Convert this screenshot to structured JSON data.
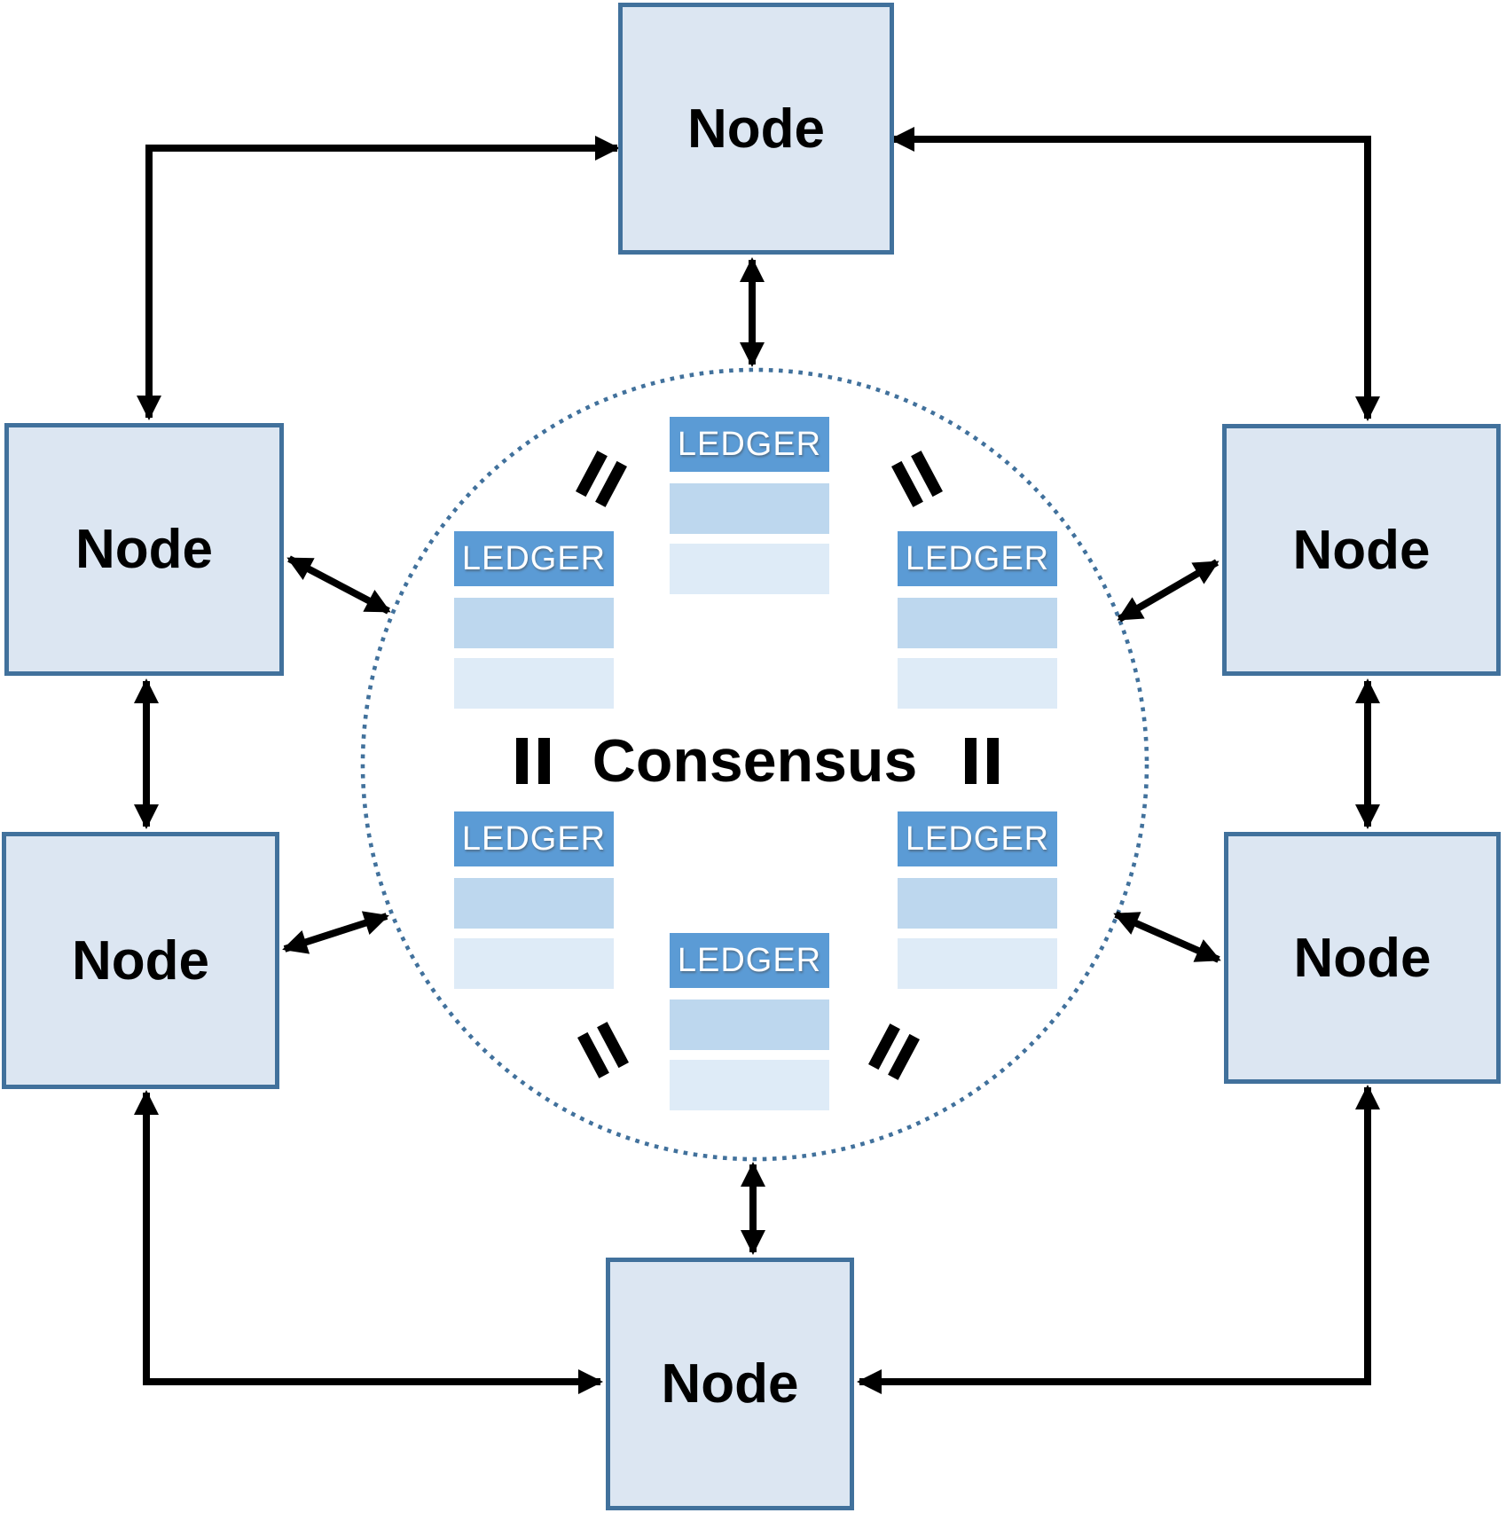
{
  "diagram": {
    "consensus_label": "Consensus",
    "nodes": [
      {
        "id": "top",
        "label": "Node"
      },
      {
        "id": "left-top",
        "label": "Node"
      },
      {
        "id": "right-top",
        "label": "Node"
      },
      {
        "id": "left-bottom",
        "label": "Node"
      },
      {
        "id": "right-bottom",
        "label": "Node"
      },
      {
        "id": "bottom",
        "label": "Node"
      }
    ],
    "ledgers": [
      {
        "id": "top-center",
        "label": "LEDGER"
      },
      {
        "id": "left-upper",
        "label": "LEDGER"
      },
      {
        "id": "right-upper",
        "label": "LEDGER"
      },
      {
        "id": "left-lower",
        "label": "LEDGER"
      },
      {
        "id": "right-lower",
        "label": "LEDGER"
      },
      {
        "id": "bottom-center",
        "label": "LEDGER"
      }
    ],
    "equals_marks": {
      "symbol": "=",
      "count": 6
    },
    "connections": [
      {
        "from": "node-top",
        "to": "node-left-top",
        "type": "elbow-double-arrow"
      },
      {
        "from": "node-top",
        "to": "node-right-top",
        "type": "elbow-double-arrow"
      },
      {
        "from": "node-left-top",
        "to": "node-left-bottom",
        "type": "double-arrow"
      },
      {
        "from": "node-right-top",
        "to": "node-right-bottom",
        "type": "double-arrow"
      },
      {
        "from": "node-bottom",
        "to": "node-left-bottom",
        "type": "elbow-double-arrow"
      },
      {
        "from": "node-bottom",
        "to": "node-right-bottom",
        "type": "elbow-double-arrow"
      },
      {
        "from": "node-top",
        "to": "consensus-circle",
        "type": "double-arrow"
      },
      {
        "from": "node-bottom",
        "to": "consensus-circle",
        "type": "double-arrow"
      },
      {
        "from": "node-left-top",
        "to": "consensus-circle",
        "type": "double-arrow"
      },
      {
        "from": "node-left-bottom",
        "to": "consensus-circle",
        "type": "double-arrow"
      },
      {
        "from": "node-right-top",
        "to": "consensus-circle",
        "type": "double-arrow"
      },
      {
        "from": "node-right-bottom",
        "to": "consensus-circle",
        "type": "double-arrow"
      }
    ],
    "colors": {
      "node_fill": "#dce6f2",
      "node_border": "#41719c",
      "ledger_header_fill": "#5b9bd5",
      "ledger_row_fill_1": "#bdd7ee",
      "ledger_row_fill_2": "#deebf7",
      "dotted_circle": "#41719c",
      "arrow": "#000000",
      "ledger_text": "#ffffff",
      "node_text": "#000000"
    }
  }
}
